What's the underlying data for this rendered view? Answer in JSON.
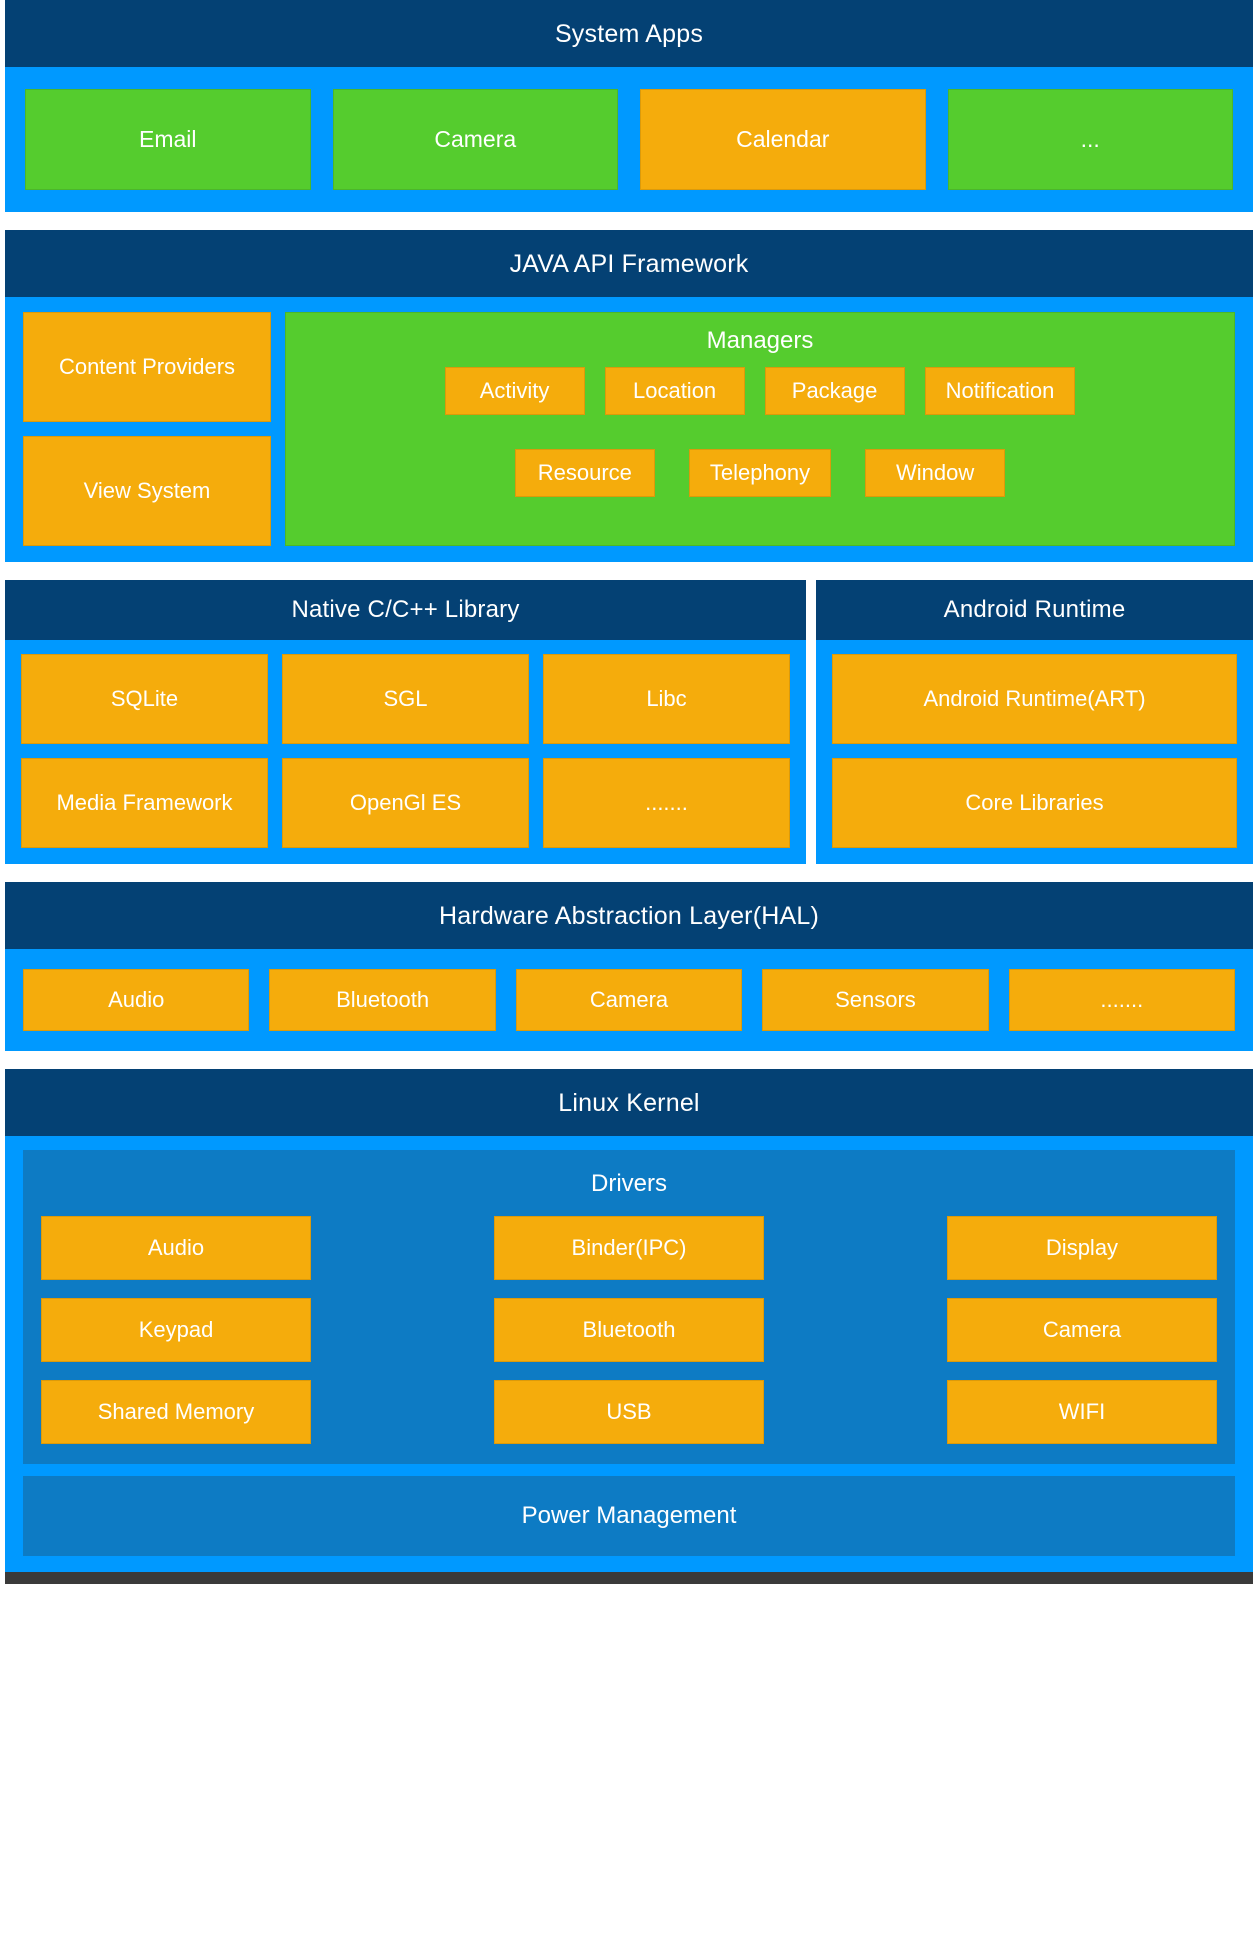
{
  "colors": {
    "header_navy": "#044174",
    "panel_blue": "#0099FF",
    "drivers_blue": "#0D7BC4",
    "tile_orange": "#F5AC0C",
    "tile_green": "#55CC2E",
    "text_white": "#FFFFFF",
    "page_white": "#FFFFFF",
    "bottom_bar": "#3A3A3A"
  },
  "layers": {
    "system_apps": {
      "title": "System Apps",
      "tiles": [
        {
          "label": "Email",
          "color": "green"
        },
        {
          "label": "Camera",
          "color": "green"
        },
        {
          "label": "Calendar",
          "color": "orange"
        },
        {
          "label": "...",
          "color": "green"
        }
      ]
    },
    "java_api": {
      "title": "JAVA API Framework",
      "left_tiles": [
        {
          "label": "Content Providers",
          "color": "orange"
        },
        {
          "label": "View System",
          "color": "orange"
        }
      ],
      "managers": {
        "title": "Managers",
        "row1": [
          {
            "label": "Activity",
            "color": "orange"
          },
          {
            "label": "Location",
            "color": "orange"
          },
          {
            "label": "Package",
            "color": "orange"
          },
          {
            "label": "Notification",
            "color": "orange"
          }
        ],
        "row2": [
          {
            "label": "Resource",
            "color": "orange"
          },
          {
            "label": "Telephony",
            "color": "orange"
          },
          {
            "label": "Window",
            "color": "orange"
          }
        ]
      }
    },
    "native_library": {
      "title": "Native C/C++ Library",
      "row1": [
        {
          "label": "SQLite",
          "color": "orange"
        },
        {
          "label": "SGL",
          "color": "orange"
        },
        {
          "label": "Libc",
          "color": "orange"
        }
      ],
      "row2": [
        {
          "label": "Media Framework",
          "color": "orange"
        },
        {
          "label": "OpenGl ES",
          "color": "orange"
        },
        {
          "label": ".......",
          "color": "orange"
        }
      ]
    },
    "android_runtime": {
      "title": "Android Runtime",
      "tiles": [
        {
          "label": "Android Runtime(ART)",
          "color": "orange"
        },
        {
          "label": "Core Libraries",
          "color": "orange"
        }
      ]
    },
    "hal": {
      "title": "Hardware Abstraction Layer(HAL)",
      "tiles": [
        {
          "label": "Audio",
          "color": "orange"
        },
        {
          "label": "Bluetooth",
          "color": "orange"
        },
        {
          "label": "Camera",
          "color": "orange"
        },
        {
          "label": "Sensors",
          "color": "orange"
        },
        {
          "label": ".......",
          "color": "orange"
        }
      ]
    },
    "linux_kernel": {
      "title": "Linux Kernel",
      "drivers": {
        "title": "Drivers",
        "tiles": [
          {
            "label": "Audio",
            "color": "orange"
          },
          {
            "label": "Binder(IPC)",
            "color": "orange"
          },
          {
            "label": "Display",
            "color": "orange"
          },
          {
            "label": "Keypad",
            "color": "orange"
          },
          {
            "label": "Bluetooth",
            "color": "orange"
          },
          {
            "label": "Camera",
            "color": "orange"
          },
          {
            "label": "Shared Memory",
            "color": "orange"
          },
          {
            "label": "USB",
            "color": "orange"
          },
          {
            "label": "WIFI",
            "color": "orange"
          }
        ]
      },
      "power_management": "Power Management"
    }
  }
}
